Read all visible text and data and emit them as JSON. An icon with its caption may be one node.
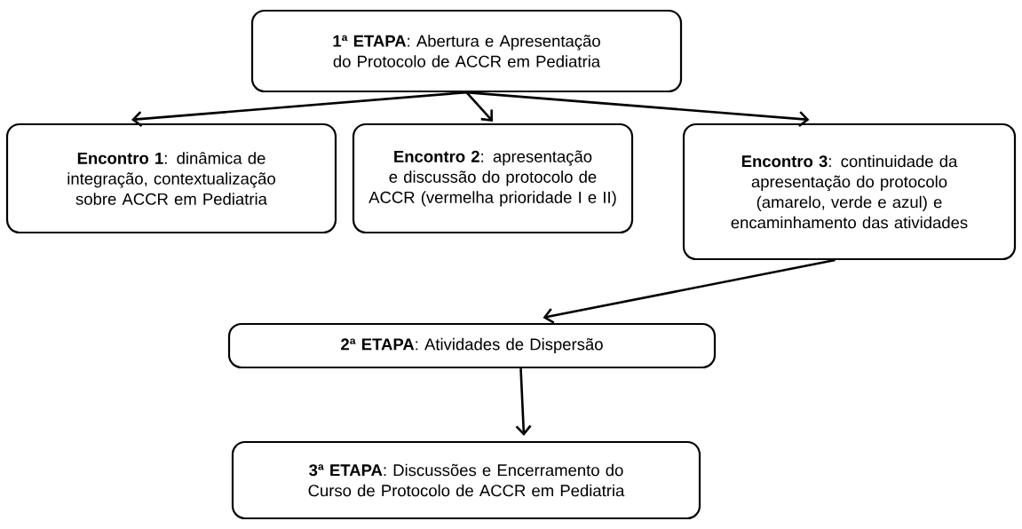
{
  "diagram": {
    "nodes": [
      {
        "text": [
          "**1ª ETAPA**: Abertura e Apresentação do Protocolo de ACCR em Pediatria"
        ]
      },
      {
        "text": [
          "**Encontro 1**: dinâmica de integração, contextualização sobre ACCR em Pediatria"
        ]
      },
      {
        "text": [
          "**Encontro 2**: apresentação e discussão do protocolo de ACCR (vermelha prioridade I e II)"
        ]
      },
      {
        "text": [
          "**Encontro 3**: continuidade da apresentação do protocolo (amarelo, verde e azul) e encaminhamento das atividades"
        ]
      },
      {
        "text": [
          "**2ª ETAPA**: Atividades de Dispersão"
        ]
      },
      {
        "text": [
          "**3ª ETAPA**: Discussões e Encerramento do Curso de Protocolo de ACCR em Pediatria"
        ]
      }
    ],
    "edges": [
      {
        "from": 0,
        "to": 1,
        "arrow": "to"
      },
      {
        "from": 0,
        "to": 2,
        "arrow": "to"
      },
      {
        "from": 0,
        "to": 3,
        "arrow": "to"
      },
      {
        "from": 3,
        "to": 4,
        "arrow": "to"
      },
      {
        "from": 4,
        "to": 5,
        "arrow": "to"
      }
    ]
  }
}
